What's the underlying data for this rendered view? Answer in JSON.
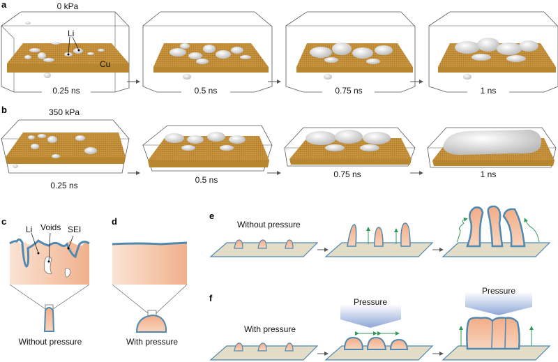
{
  "panels": {
    "a": {
      "letter": "a",
      "pressure": "0 kPa",
      "frames": [
        "0.25 ns",
        "0.5 ns",
        "0.75 ns",
        "1 ns"
      ],
      "labels": {
        "li": "Li",
        "cu": "Cu"
      }
    },
    "b": {
      "letter": "b",
      "pressure": "350 kPa",
      "frames": [
        "0.25 ns",
        "0.5 ns",
        "0.75 ns",
        "1 ns"
      ]
    },
    "c": {
      "letter": "c",
      "labels": {
        "li": "Li",
        "voids": "Voids",
        "sei": "SEI"
      },
      "caption": "Without pressure"
    },
    "d": {
      "letter": "d",
      "caption": "With pressure"
    },
    "e": {
      "letter": "e",
      "caption": "Without pressure"
    },
    "f": {
      "letter": "f",
      "caption": "With pressure",
      "pressure_labels": [
        "Pressure",
        "Pressure"
      ]
    }
  },
  "colors": {
    "copper": "#c9953f",
    "lithium_grey": "#d9d9d9",
    "li_fill": "#f3b896",
    "sei_blue": "#4f88b0",
    "substrate": "#e3dcc6",
    "arrow_green": "#2e9a5a",
    "pressure_blue": "#9fb5de"
  }
}
